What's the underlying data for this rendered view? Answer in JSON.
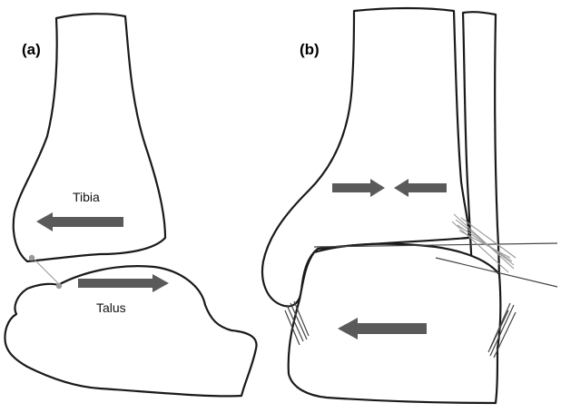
{
  "panels": {
    "a": {
      "label": "(a)"
    },
    "b": {
      "label": "(b)"
    }
  },
  "labels": {
    "tibia": "Tibia",
    "talus": "Talus"
  },
  "colors": {
    "outline": "#1a1a1a",
    "arrow": "#5a5a5a",
    "ligament": "#444444",
    "background": "#ffffff"
  }
}
